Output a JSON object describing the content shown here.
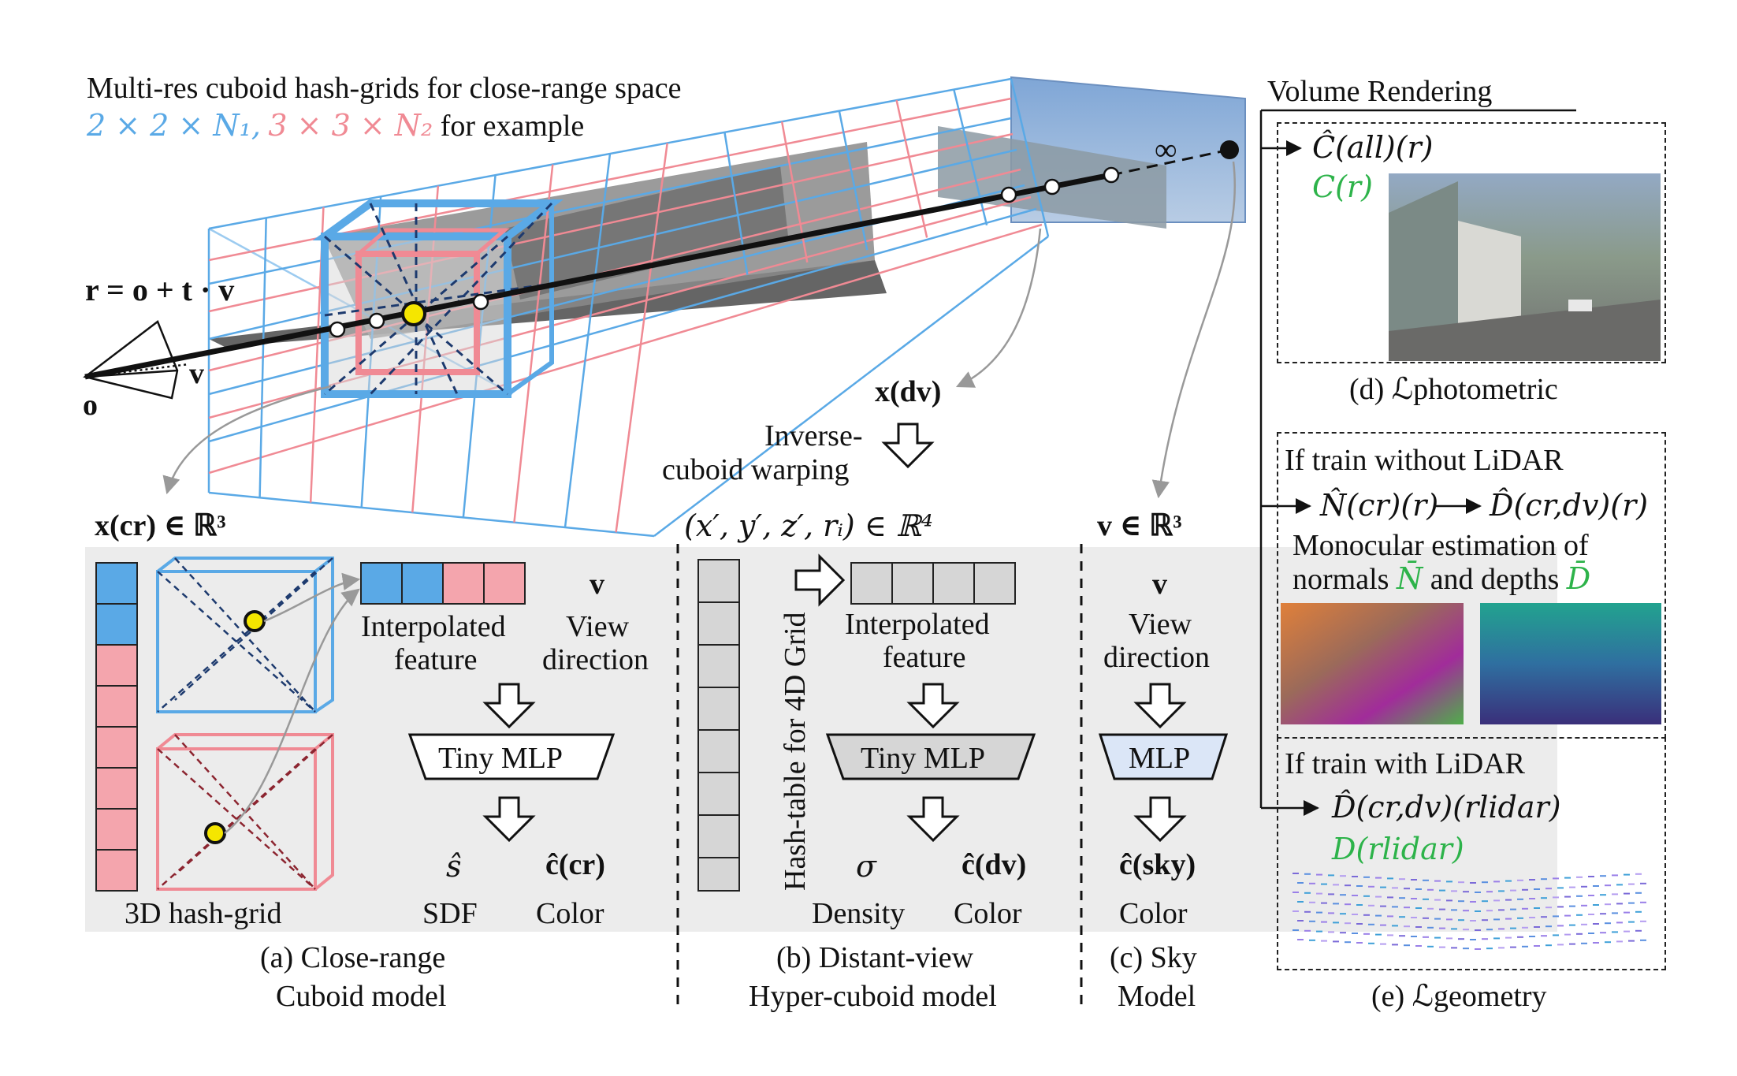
{
  "top": {
    "title": "Multi-res cuboid hash-grids for close-range space",
    "example_blue": "2 × 2 × N₁,",
    "example_red": "3 × 3 × N₂",
    "example_suffix": "for example",
    "ray_eq": "r = o + t · v",
    "origin": "o",
    "view": "v",
    "infinity": "∞",
    "x_dv": "x(dv)",
    "x_cr": "x(cr) ∈ ℝ³",
    "warp_line1": "Inverse-",
    "warp_line2": "cuboid warping",
    "coords4d": "(x′, y′, z′, rᵢ) ∈ ℝ⁴",
    "v_r3": "v ∈ ℝ³"
  },
  "panel_a": {
    "interp_line1": "Interpolated",
    "interp_line2": "feature",
    "v": "v",
    "view_line1": "View",
    "view_line2": "direction",
    "mlp": "Tiny MLP",
    "s_hat": "ŝ",
    "c_cr": "ĉ(cr)",
    "sdf": "SDF",
    "color": "Color",
    "grid_label": "3D hash-grid",
    "caption_line1": "(a)  Close-range",
    "caption_line2": "Cuboid model"
  },
  "panel_b": {
    "hash_table": "Hash-table for 4D Grid",
    "interp_line1": "Interpolated",
    "interp_line2": "feature",
    "mlp": "Tiny MLP",
    "sigma": "σ",
    "c_dv": "ĉ(dv)",
    "density": "Density",
    "color": "Color",
    "caption_line1": "(b) Distant-view",
    "caption_line2": "Hyper-cuboid model"
  },
  "panel_c": {
    "v": "v",
    "view_line1": "View",
    "view_line2": "direction",
    "mlp": "MLP",
    "c_sky": "ĉ(sky)",
    "color": "Color",
    "caption_line1": "(c) Sky",
    "caption_line2": "Model"
  },
  "right": {
    "volume_rendering": "Volume Rendering",
    "c_all": "Ĉ(all)(r)",
    "c_gt": "C(r)",
    "caption_d": "(d) ℒphotometric",
    "no_lidar": "If train without LiDAR",
    "n_cr": "N̂(cr)(r)",
    "d_crdv": "D̂(cr,dv)(r)",
    "mono_line1": "Monocular estimation of",
    "mono_line2_a": "normals",
    "mono_n": "N̄",
    "mono_line2_b": "and depths",
    "mono_d": "D̄",
    "with_lidar": "If train with LiDAR",
    "d_lidar": "D̂(cr,dv)(rlidar)",
    "d_gt_lidar": "D(rlidar)",
    "caption_e": "(e) ℒgeometry"
  },
  "colors": {
    "blue": "#5aa9e6",
    "red": "#f08a94",
    "green": "#2db34a",
    "panel_gray": "#ececec",
    "point_yellow": "#f5e600"
  }
}
